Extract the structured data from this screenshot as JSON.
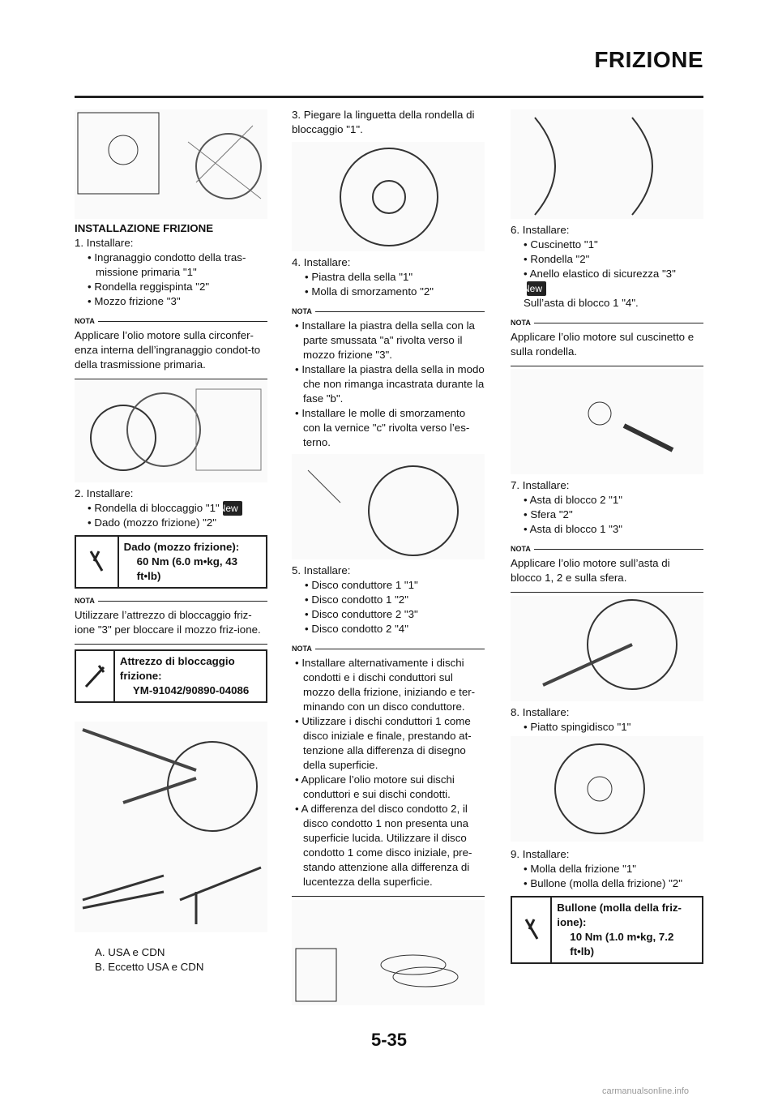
{
  "header": {
    "title": "FRIZIONE"
  },
  "col1": {
    "section_title": "INSTALLAZIONE FRIZIONE",
    "step1": {
      "label": "1. Installare:",
      "items": [
        "• Ingranaggio condotto della tras-missione primaria \"1\"",
        "• Rondella reggispinta \"2\"",
        "• Mozzo frizione \"3\""
      ]
    },
    "nota1": {
      "label": "NOTA",
      "text": "Applicare l’olio motore sulla circonfer-enza interna dell’ingranaggio condot-to della trasmissione primaria."
    },
    "step2": {
      "label": "2. Installare:",
      "items": [
        "• Rondella di bloccaggio \"1\"",
        "• Dado (mozzo frizione) \"2\""
      ],
      "new": "New"
    },
    "spec1": {
      "title": "Dado (mozzo frizione):",
      "value": "60 Nm (6.0 m•kg, 43 ft•lb)"
    },
    "nota2": {
      "label": "NOTA",
      "text": "Utilizzare l’attrezzo di bloccaggio friz-ione \"3\" per bloccare il mozzo friz-ione."
    },
    "spec2": {
      "title": "Attrezzo di bloccaggio frizione:",
      "value": "YM-91042/90890-04086"
    },
    "captions": [
      "A. USA e CDN",
      "B. Eccetto USA e CDN"
    ]
  },
  "col2": {
    "step3": {
      "label": "3. Piegare la linguetta della rondella di bloccaggio \"1\"."
    },
    "step4": {
      "label": "4. Installare:",
      "items": [
        "• Piastra della sella \"1\"",
        "• Molla di smorzamento \"2\""
      ]
    },
    "nota3": {
      "label": "NOTA",
      "items": [
        "• Installare la piastra della sella con la parte smussata \"a\" rivolta verso il mozzo frizione \"3\".",
        "• Installare la piastra della sella in modo che non rimanga incastrata durante la fase \"b\".",
        "• Installare le molle di smorzamento con la vernice \"c\" rivolta verso l’es-terno."
      ]
    },
    "step5": {
      "label": "5. Installare:",
      "items": [
        "• Disco conduttore 1 \"1\"",
        "• Disco condotto 1 \"2\"",
        "• Disco conduttore 2 \"3\"",
        "• Disco condotto 2 \"4\""
      ]
    },
    "nota4": {
      "label": "NOTA",
      "items": [
        "• Installare alternativamente i dischi condotti e i dischi conduttori sul mozzo della frizione, iniziando e ter-minando con un disco conduttore.",
        "• Utilizzare i dischi conduttori 1 come disco iniziale e finale, prestando at-tenzione alla differenza di disegno della superficie.",
        "• Applicare l’olio motore sui dischi conduttori e sui dischi condotti.",
        "• A differenza del disco condotto 2, il disco condotto 1 non presenta una superficie lucida. Utilizzare il disco condotto 1 come disco iniziale, pre-stando attenzione alla differenza di lucentezza della superficie."
      ]
    }
  },
  "col3": {
    "step6": {
      "label": "6. Installare:",
      "items": [
        "• Cuscinetto \"1\"",
        "• Rondella \"2\"",
        "• Anello elastico di sicurezza \"3\""
      ],
      "new": "New",
      "after": "Sull’asta di blocco 1 \"4\"."
    },
    "nota5": {
      "label": "NOTA",
      "text": "Applicare l’olio motore sul cuscinetto e sulla rondella."
    },
    "step7": {
      "label": "7. Installare:",
      "items": [
        "• Asta di blocco 2 \"1\"",
        "• Sfera \"2\"",
        "• Asta di blocco 1 \"3\""
      ]
    },
    "nota6": {
      "label": "NOTA",
      "text": "Applicare l’olio motore sull’asta di blocco 1, 2 e sulla sfera."
    },
    "step8": {
      "label": "8. Installare:",
      "items": [
        "• Piatto spingidisco \"1\""
      ]
    },
    "step9": {
      "label": "9. Installare:",
      "items": [
        "• Molla della frizione \"1\"",
        "• Bullone (molla della frizione) \"2\""
      ]
    },
    "spec3": {
      "title": "Bullone (molla della friz-ione):",
      "value": "10 Nm (1.0 m•kg, 7.2 ft•lb)"
    }
  },
  "page_number": "5-35",
  "footer": "carmanualsonline.info"
}
